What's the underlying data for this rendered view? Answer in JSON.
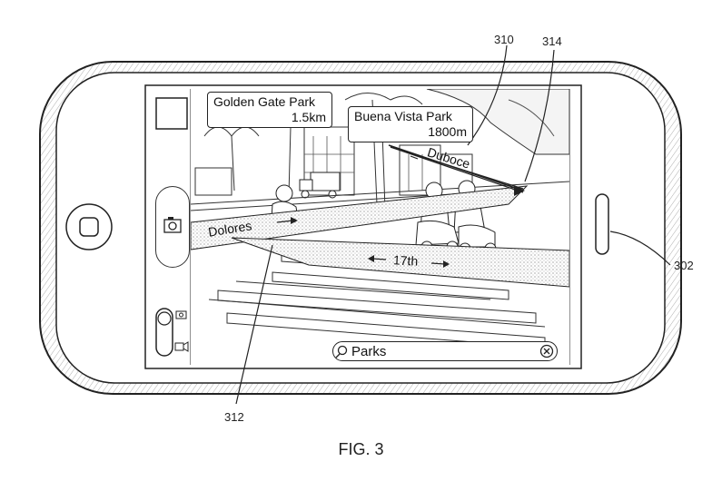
{
  "figure_label": "FIG. 3",
  "reference_numerals": {
    "callout_overlay": "310",
    "pointer_line": "314",
    "device": "302",
    "street_overlay": "312"
  },
  "poi_callouts": [
    {
      "name": "Golden Gate Park",
      "distance": "1.5km"
    },
    {
      "name": "Buena Vista Park",
      "distance": "1800m"
    }
  ],
  "streets": {
    "dolores": "Dolores",
    "seventeenth": "17th",
    "duboce": "Duboce"
  },
  "search": {
    "value": "Parks"
  },
  "icons": {
    "capture": "camera-icon",
    "mode_photo": "camera-icon",
    "mode_video": "video-camera-icon",
    "search": "search-icon",
    "clear": "clear-icon",
    "thumbnail": "thumbnail-icon",
    "home": "home-button-icon"
  },
  "colors": {
    "line": "#222222",
    "stipple": "#9a9a9a"
  }
}
